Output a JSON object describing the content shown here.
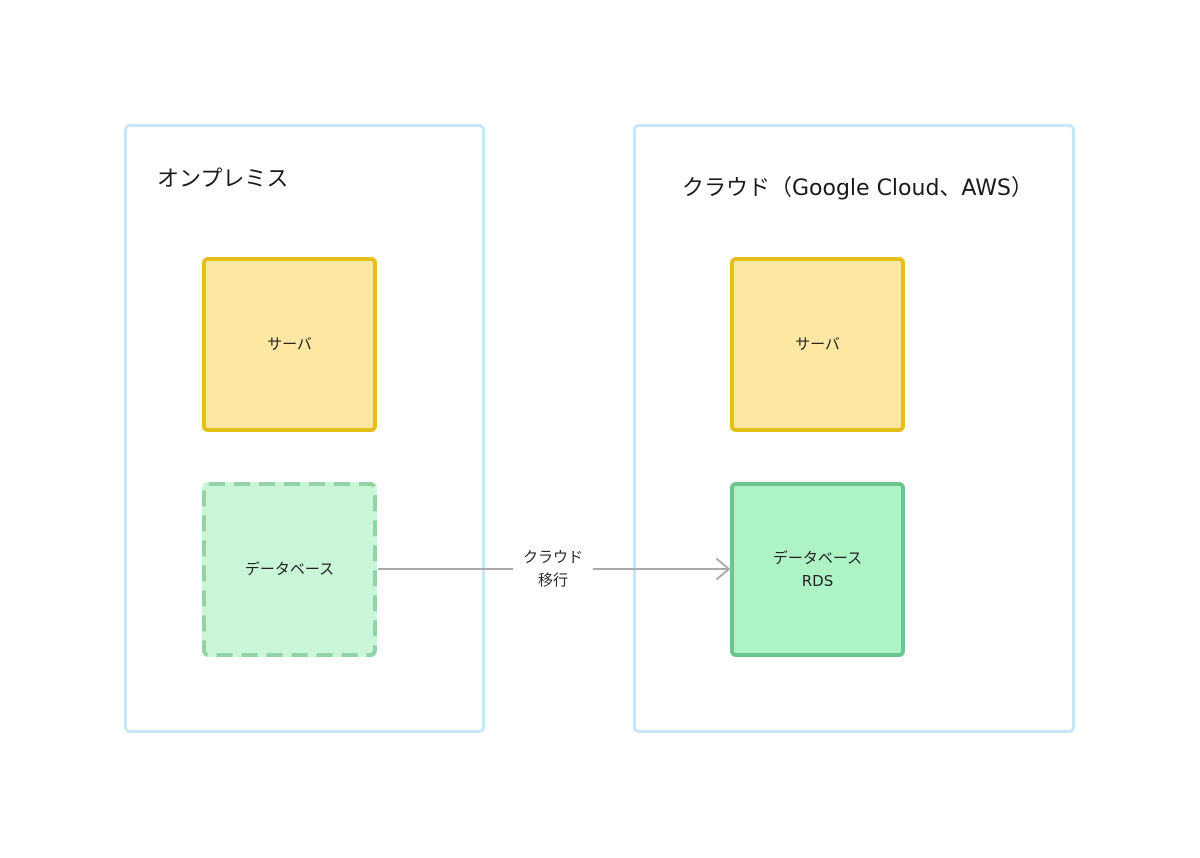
{
  "onprem": {
    "title": "オンプレミス",
    "server_label": "サーバ",
    "db_label": "データベース"
  },
  "cloud": {
    "title": "クラウド（Google Cloud、AWS）",
    "server_label": "サーバ",
    "db_label_line1": "データベース",
    "db_label_line2": "RDS"
  },
  "migration": {
    "label_line1": "クラウド",
    "label_line2": "移行"
  },
  "colors": {
    "frame_border": "#c6e6fb",
    "server_fill": "#fde8a3",
    "server_border": "#e3bf17",
    "onprem_db_fill": "#c8f6d6",
    "onprem_db_border": "#93d2a8",
    "cloud_db_fill": "#aef3c6",
    "cloud_db_border": "#6cc58e",
    "arrow": "#a9a9a9"
  }
}
